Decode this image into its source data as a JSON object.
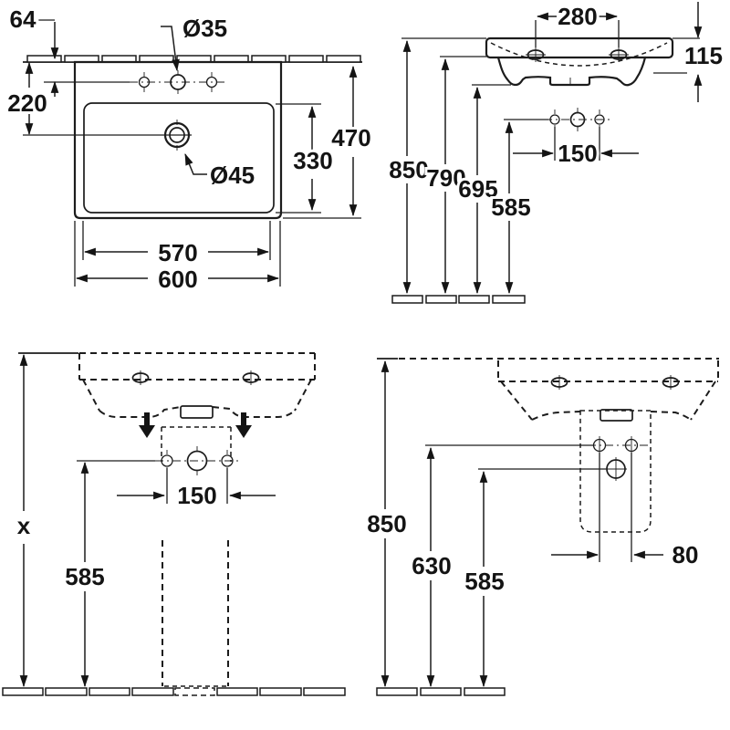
{
  "drawing": {
    "plan": {
      "d64": "64",
      "d220": "220",
      "d35": "Ø35",
      "d45": "Ø45",
      "d330": "330",
      "d470": "470",
      "d570": "570",
      "d600": "600"
    },
    "front": {
      "d280": "280",
      "d115": "115",
      "d850": "850",
      "d790": "790",
      "d695": "695",
      "d585": "585",
      "d150": "150"
    },
    "pedestal": {
      "dx": "x",
      "d585": "585",
      "d150": "150"
    },
    "halfped": {
      "d850": "850",
      "d630": "630",
      "d585": "585",
      "d80": "80"
    }
  }
}
